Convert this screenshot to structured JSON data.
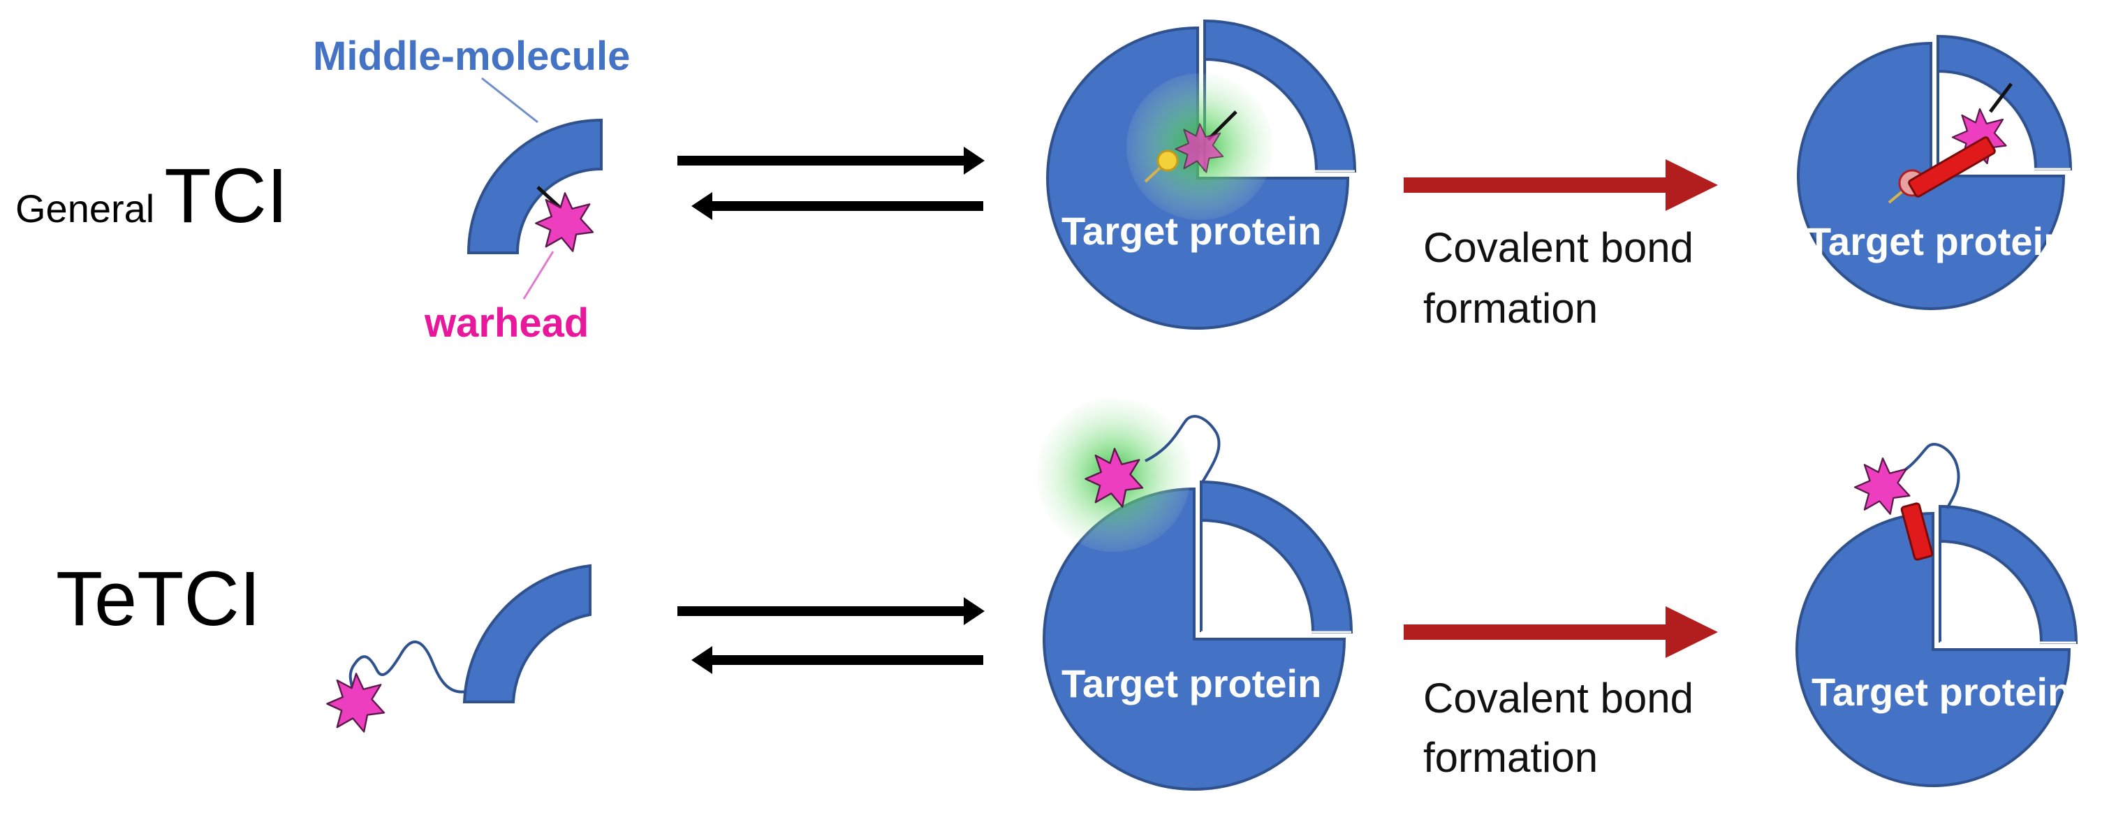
{
  "rows": {
    "general": {
      "prefix": "General",
      "main": "TCI"
    },
    "tetci": {
      "label": "TeTCI"
    }
  },
  "labels": {
    "middle_molecule": "Middle-molecule",
    "warhead": "warhead",
    "target_protein": "Target protein",
    "covalent_line1": "Covalent bond",
    "covalent_line2": "formation"
  },
  "colors": {
    "protein_blue": "#4472C4",
    "protein_outline": "#2F528F",
    "warhead_magenta": "#EE3EC0",
    "label_blue": "#4472C4",
    "label_magenta": "#E8179B",
    "covalent_arrow": "#B21E1E",
    "bond_red": "#E01A1A",
    "glow_green": "#3FCB4A"
  },
  "icons": [
    "equilibrium-arrows",
    "covalent-reaction-arrow",
    "warhead-star",
    "target-protein-pacman",
    "middle-molecule-arc",
    "flexible-linker"
  ]
}
